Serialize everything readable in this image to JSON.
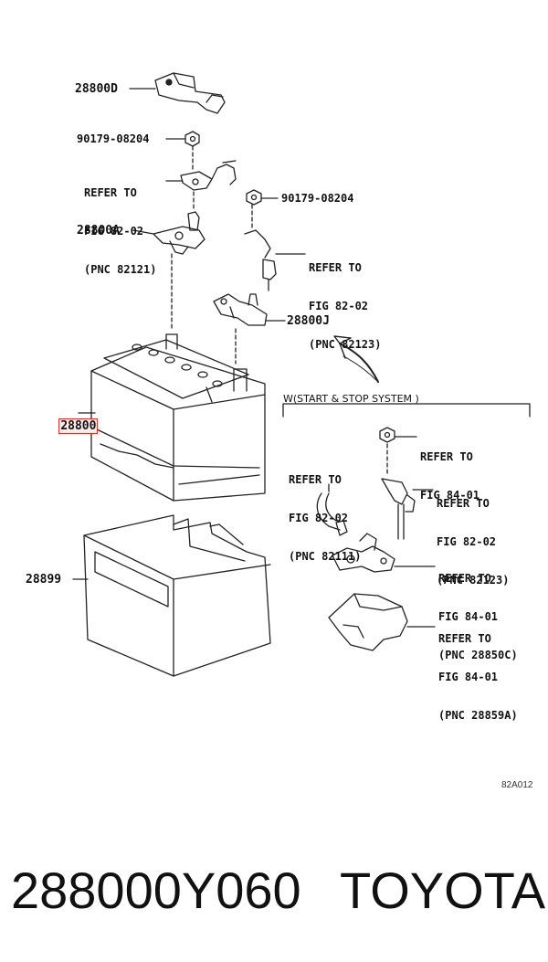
{
  "labels": {
    "p28800D": "28800D",
    "p90179a": "90179-08204",
    "refA": [
      "REFER TO",
      "FIG 82-02",
      "(PNC 82121)"
    ],
    "p90179b": "90179-08204",
    "p28800A": "28800A",
    "refB": [
      "REFER TO",
      "FIG 82-02",
      "(PNC 82123)"
    ],
    "p28800J": "28800J",
    "p28800": "28800",
    "p28899": "28899",
    "ws_title": "W(START & STOP SYSTEM )",
    "refC": [
      "REFER TO",
      "FIG 84-01"
    ],
    "refD": [
      "REFER TO",
      "FIG 82-02",
      "(PNC 82111)"
    ],
    "refE": [
      "REFER TO",
      "FIG 82-02",
      "(PNC 82123)"
    ],
    "refF": [
      "REFER TO",
      "FIG 84-01",
      "(PNC 28850C)"
    ],
    "refG": [
      "REFER TO",
      "FIG 84-01",
      "(PNC 28859A)"
    ],
    "diagram_code": "82A012"
  },
  "footer": {
    "part_number": "288000Y060",
    "brand": "TOYOTA"
  },
  "colors": {
    "highlight": "#e0302a",
    "line": "#222222"
  }
}
